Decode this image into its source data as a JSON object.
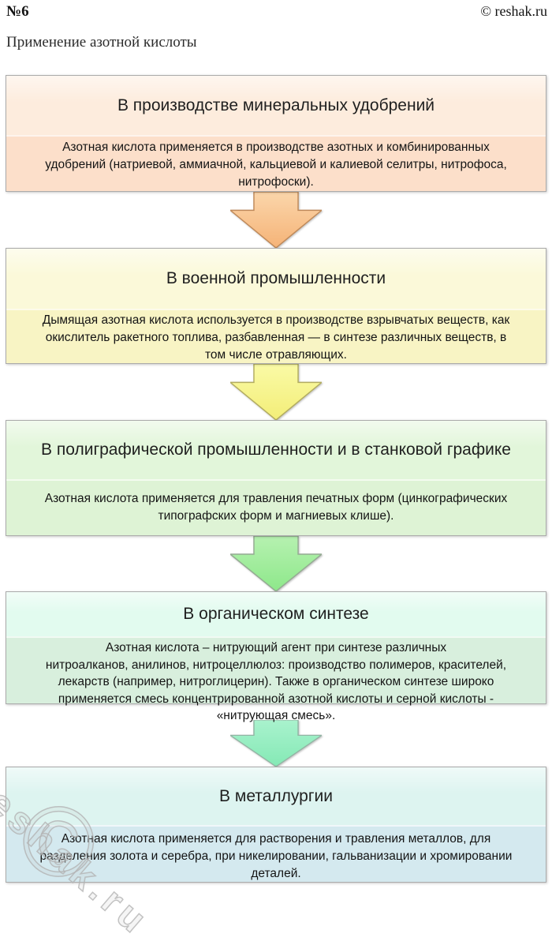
{
  "page": {
    "number_label": "№6",
    "copyright": "© reshak.ru",
    "title": "Применение азотной кислоты",
    "watermark": {
      "text": "reshak.ru",
      "symbol": "©"
    }
  },
  "flowchart": {
    "blocks": [
      {
        "header": "В производстве минеральных удобрений",
        "body": "Азотная кислота применяется в производстве азотных и комбинированных\nудобрений (натриевой, аммиачной, кальциевой и калиевой селитры, нитрофоса,\nнитрофоски).",
        "header_bg": "#fdecdd",
        "body_bg": "#fcdfca"
      },
      {
        "header": "В военной промышленности",
        "body": "Дымящая азотная кислота используется в производстве взрывчатых веществ, как\nокислитель ракетного топлива, разбавленная — в синтезе различных веществ, в\nтом числе отравляющих.",
        "header_bg": "#fbf9d9",
        "body_bg": "#f8f4c4"
      },
      {
        "header": "В полиграфической промышленности и в станковой графике",
        "body": "Азотная кислота применяется для травления печатных форм (цинкографических\nтипографских форм и магниевых клише).",
        "header_bg": "#e2f6da",
        "body_bg": "#def3d5"
      },
      {
        "header": "В органическом синтезе",
        "body": "Азотная кислота – нитрующий агент при синтезе различных\nнитроалканов, анилинов, нитроцеллюлоз: производство полимеров, красителей,\nлекарств (например, нитроглицерин). Также в органическом синтезе широко\nприменяется смесь концентрированной азотной кислоты и серной кислоты -\n«нитрующая смесь».",
        "header_bg": "#e2fbef",
        "body_bg": "#d8efdd"
      },
      {
        "header": "В металлургии",
        "body": "Азотная кислота применяется для растворения и травления металлов, для\nразделения золота и серебра, при никелировании, гальванизации и хромировании\nдеталей.",
        "header_bg": "#ddf4f0",
        "body_bg": "#d4e9ef"
      }
    ],
    "arrows": [
      {
        "top": "#fbd6ab",
        "bottom": "#f5b377",
        "stroke": "#c08a5a"
      },
      {
        "top": "#fafaa6",
        "bottom": "#f3ee78",
        "stroke": "#b3ad60"
      },
      {
        "top": "#b6f1b0",
        "bottom": "#8de88a",
        "stroke": "#95ab93"
      },
      {
        "top": "#a9f2cd",
        "bottom": "#84e9b5",
        "stroke": "#93b4a4"
      }
    ]
  }
}
